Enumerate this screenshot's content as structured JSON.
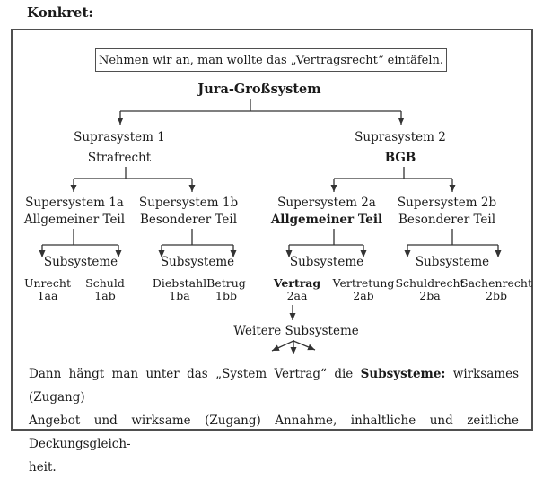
{
  "heading": "Konkret:",
  "statement": "Nehmen wir an, man wollte das „Vertragsrecht“ eintäfeln.",
  "tree": {
    "root": "Jura-Großsystem",
    "suprasystem1": {
      "label": "Suprasystem 1",
      "name": "Strafrecht"
    },
    "suprasystem2": {
      "label": "Suprasystem 2",
      "name": "BGB"
    },
    "supersystem1a": {
      "label": "Supersystem 1a",
      "name": "Allgemeiner Teil"
    },
    "supersystem1b": {
      "label": "Supersystem 1b",
      "name": "Besonderer Teil"
    },
    "supersystem2a": {
      "label": "Supersystem 2a",
      "name": "Allgemeiner Teil"
    },
    "supersystem2b": {
      "label": "Supersystem 2b",
      "name": "Besonderer Teil"
    },
    "subsysteme_label": "Subsysteme",
    "leaves": [
      {
        "name": "Unrecht",
        "code": "1aa"
      },
      {
        "name": "Schuld",
        "code": "1ab"
      },
      {
        "name": "Diebstahl",
        "code": "1ba"
      },
      {
        "name": "Betrug",
        "code": "1bb"
      },
      {
        "name": "Vertrag",
        "code": "2aa"
      },
      {
        "name": "Vertretung",
        "code": "2ab"
      },
      {
        "name": "Schuldrecht",
        "code": "2ba"
      },
      {
        "name": "Sachenrecht",
        "code": "2bb"
      }
    ],
    "weitere_label": "Weitere Subsysteme"
  },
  "footer": {
    "line1_pre": "Dann hängt man unter das „System Vertrag“ die ",
    "line1_bold": "Subsysteme:",
    "line1_post": " wirksames (Zugang)",
    "line2": "Angebot und wirksame (Zugang) Annahme, inhaltliche und zeitliche Deckungsgleich-",
    "line3": "heit."
  },
  "colors": {
    "text": "#1a1a1a",
    "line": "#333333",
    "border": "#4f4f4f",
    "background": "#ffffff"
  }
}
